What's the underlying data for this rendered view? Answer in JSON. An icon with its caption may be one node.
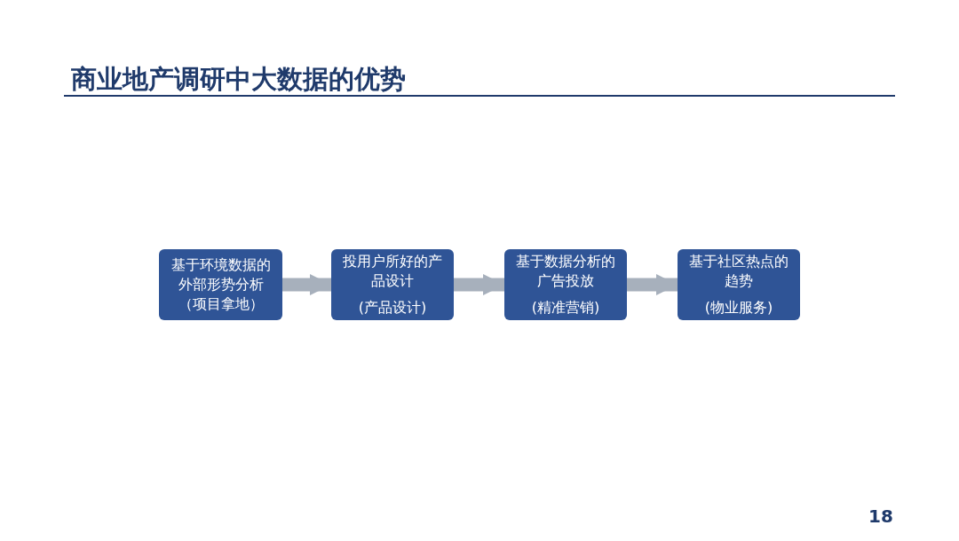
{
  "diagram": {
    "title": "商业地产调研中大数据的优势",
    "nodes": [
      {
        "text": [
          "基于环境数据的外部形势分析（项目拿地）"
        ]
      },
      {
        "text": [
          "投用户所好的产品设计",
          "(产品设计)"
        ]
      },
      {
        "text": [
          "基于数据分析的广告投放",
          "(精准营销)"
        ]
      },
      {
        "text": [
          "基于社区热点的趋势",
          "(物业服务)"
        ]
      }
    ],
    "edges": [
      {
        "from": 0,
        "to": 1,
        "arrow": "to"
      },
      {
        "from": 1,
        "to": 2,
        "arrow": "to"
      },
      {
        "from": 2,
        "to": 3,
        "arrow": "to"
      }
    ],
    "labels": [
      "18"
    ]
  }
}
